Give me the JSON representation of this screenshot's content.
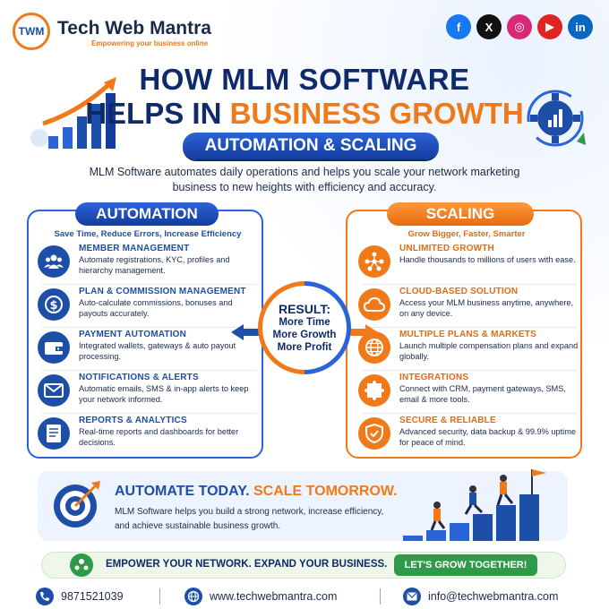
{
  "brand": {
    "logo_text": "TWM",
    "name": "Tech Web Mantra",
    "tagline": "Empowering your business online"
  },
  "social": [
    {
      "icon": "facebook-icon",
      "label": "f",
      "color": "#1877f2"
    },
    {
      "icon": "x-icon",
      "label": "X",
      "color": "#111111"
    },
    {
      "icon": "instagram-icon",
      "label": "◎",
      "color": "#d62976"
    },
    {
      "icon": "youtube-icon",
      "label": "▶",
      "color": "#e02424"
    },
    {
      "icon": "linkedin-icon",
      "label": "in",
      "color": "#0a66c2"
    }
  ],
  "title": {
    "line1": "HOW MLM SOFTWARE",
    "line2_a": "HELPS IN ",
    "line2_b": "BUSINESS GROWTH",
    "pill": "AUTOMATION & SCALING",
    "intro": "MLM Software automates daily operations and helps you scale your network marketing business to new heights with efficiency and accuracy."
  },
  "automation": {
    "heading": "AUTOMATION",
    "subheading": "Save Time, Reduce Errors, Increase Efficiency",
    "items": [
      {
        "icon": "team-icon",
        "title": "MEMBER MANAGEMENT",
        "desc": "Automate registrations, KYC, profiles and hierarchy management."
      },
      {
        "icon": "dollar-icon",
        "title": "PLAN & COMMISSION MANAGEMENT",
        "desc": "Auto-calculate commissions, bonuses and payouts accurately."
      },
      {
        "icon": "wallet-icon",
        "title": "PAYMENT AUTOMATION",
        "desc": "Integrated wallets, gateways & auto payout processing."
      },
      {
        "icon": "envelope-icon",
        "title": "NOTIFICATIONS & ALERTS",
        "desc": "Automatic emails, SMS & in-app alerts to keep your network informed."
      },
      {
        "icon": "report-icon",
        "title": "REPORTS & ANALYTICS",
        "desc": "Real-time reports and dashboards for better decisions."
      }
    ]
  },
  "scaling": {
    "heading": "SCALING",
    "subheading": "Grow Bigger, Faster, Smarter",
    "items": [
      {
        "icon": "network-icon",
        "title": "UNLIMITED GROWTH",
        "desc": "Handle thousands to millions of users with ease."
      },
      {
        "icon": "cloud-icon",
        "title": "CLOUD-BASED SOLUTION",
        "desc": "Access your MLM business anytime, anywhere, on any device."
      },
      {
        "icon": "globe-icon",
        "title": "MULTIPLE PLANS & MARKETS",
        "desc": "Launch multiple compensation plans and expand globally."
      },
      {
        "icon": "puzzle-icon",
        "title": "INTEGRATIONS",
        "desc": "Connect with CRM, payment gateways, SMS, email & more tools."
      },
      {
        "icon": "shield-icon",
        "title": "SECURE & RELIABLE",
        "desc": "Advanced security, data backup & 99.9% uptime for peace of mind."
      }
    ]
  },
  "result": {
    "title": "RESULT:",
    "lines": [
      "More Time",
      "More Growth",
      "More Profit"
    ]
  },
  "banner": {
    "title_a": "AUTOMATE TODAY. ",
    "title_b": "SCALE TOMORROW.",
    "text": "MLM Software helps you build a strong network, increase efficiency, and achieve sustainable business growth."
  },
  "empower": {
    "text": "EMPOWER YOUR NETWORK. EXPAND YOUR BUSINESS.",
    "button": "LET'S GROW TOGETHER!"
  },
  "footer": {
    "phone": "9871521039",
    "website": "www.techwebmantra.com",
    "email": "info@techwebmantra.com"
  },
  "colors": {
    "navy": "#0f2a6b",
    "blue": "#1d4fa8",
    "orange": "#f07a1a",
    "green": "#2e9a4a"
  }
}
